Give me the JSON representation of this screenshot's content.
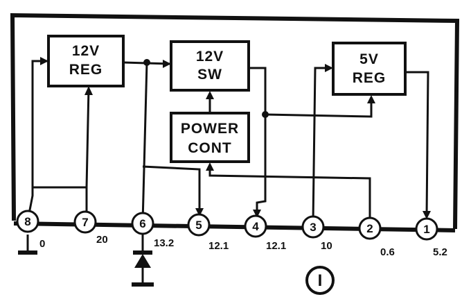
{
  "blocks": {
    "reg12": {
      "line1": "12V",
      "line2": "REG"
    },
    "sw12": {
      "line1": "12V",
      "line2": "SW"
    },
    "power": {
      "line1": "POWER",
      "line2": "CONT"
    },
    "reg5": {
      "line1": "5V",
      "line2": "REG"
    }
  },
  "pins": [
    {
      "id": "8",
      "voltage": "0"
    },
    {
      "id": "7",
      "voltage": "20"
    },
    {
      "id": "6",
      "voltage": "13.2"
    },
    {
      "id": "5",
      "voltage": "12.1"
    },
    {
      "id": "4",
      "voltage": "12.1"
    },
    {
      "id": "3",
      "voltage": "10"
    },
    {
      "id": "2",
      "voltage": "0.6"
    },
    {
      "id": "1",
      "voltage": "5.2"
    }
  ],
  "figure_label": "I"
}
